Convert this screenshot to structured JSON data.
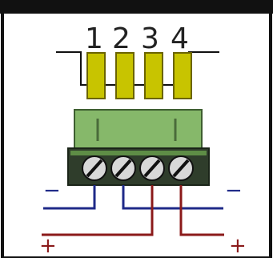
{
  "header": {
    "text": ""
  },
  "pins": [
    {
      "label": "1"
    },
    {
      "label": "2"
    },
    {
      "label": "3"
    },
    {
      "label": "4"
    }
  ],
  "polarity": {
    "negative_left": "−",
    "negative_right": "−",
    "positive_left": "+",
    "positive_right": "+"
  },
  "colors": {
    "frame": "#111111",
    "pin_fill": "#c8c400",
    "pin_stroke": "#6b6400",
    "block": "#86b86a",
    "block_shadow": "#5e8d46",
    "screw_row": "#2f3d2b",
    "negative_wire": "#1f2a88",
    "positive_wire": "#8b1a1a"
  },
  "icons": [
    "jack-outline",
    "gold-pin",
    "terminal-block",
    "screw-terminal-icon"
  ]
}
